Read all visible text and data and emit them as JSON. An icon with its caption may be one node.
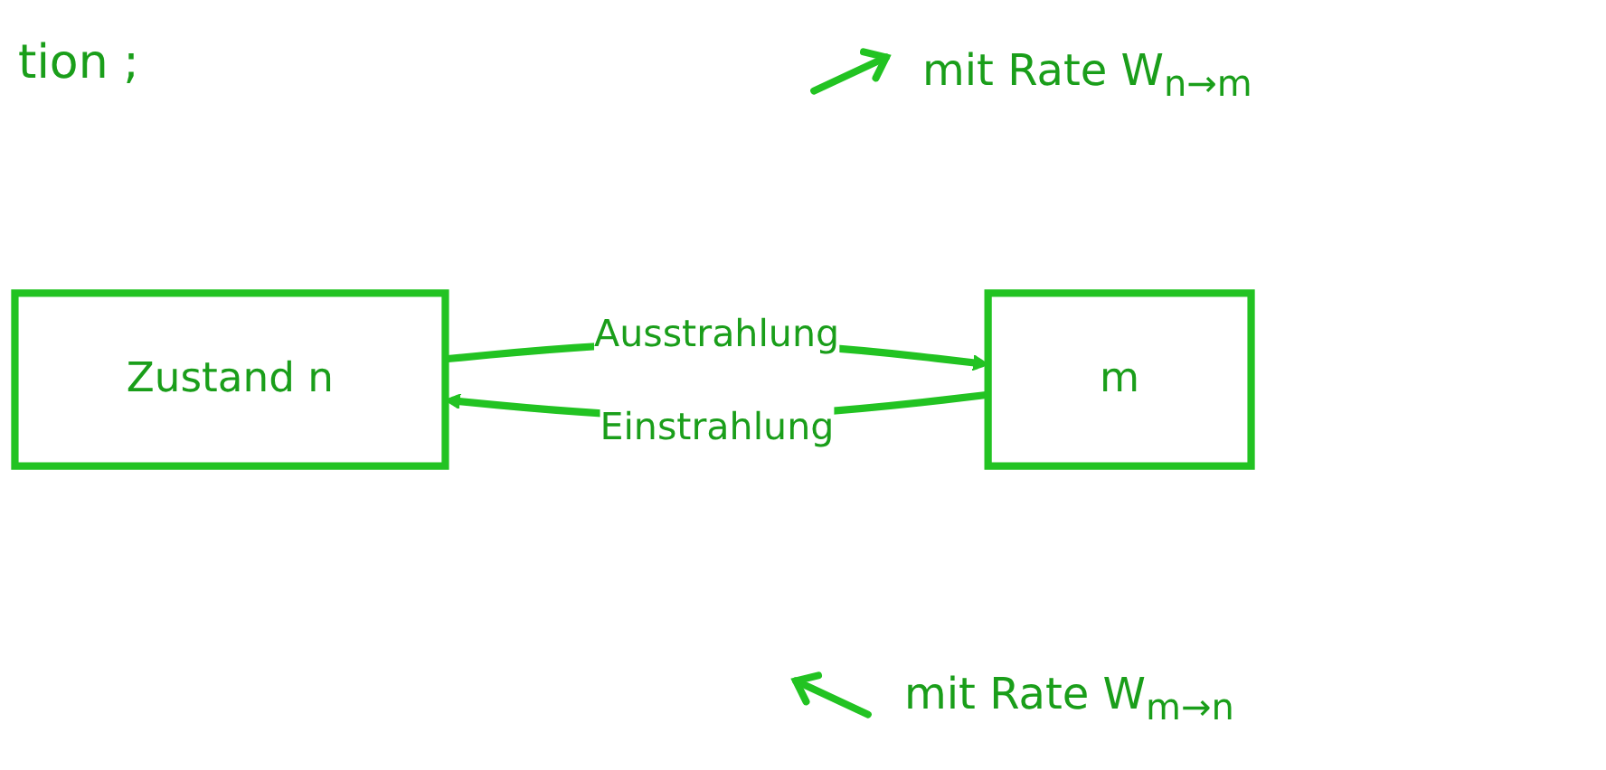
{
  "diagram": {
    "title": "tion ;",
    "nodes": [
      {
        "text": [
          "Zustand n"
        ]
      },
      {
        "text": [
          "m"
        ]
      }
    ],
    "edges": [
      {
        "from": 0,
        "to": 1,
        "arrow": "to",
        "label": "Ausstrahlung"
      },
      {
        "from": 1,
        "to": 0,
        "arrow": "to",
        "label": "Einstrahlung"
      }
    ],
    "labels": [
      "mit Rate W$_{n→m}$",
      "mit Rate W$_{m→n}$"
    ]
  }
}
